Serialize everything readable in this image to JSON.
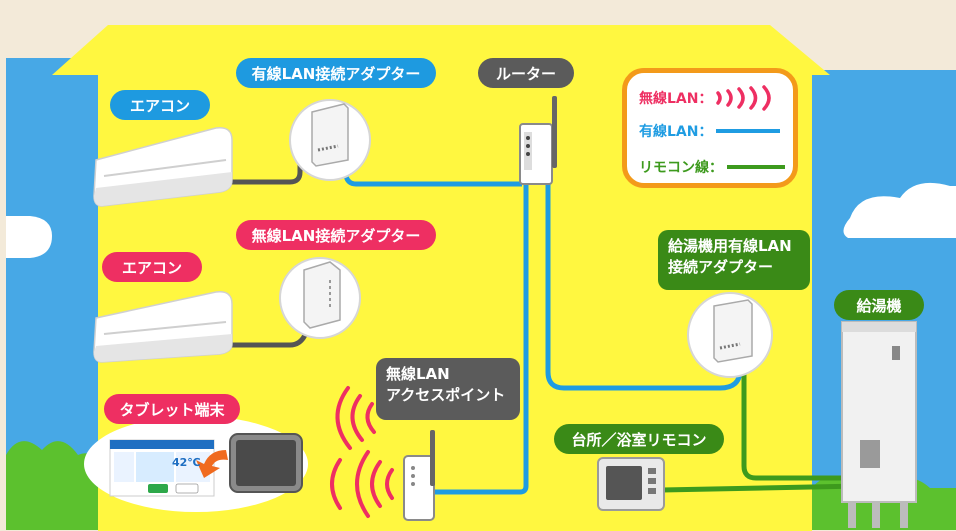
{
  "labels": {
    "aircon_top": "エアコン",
    "aircon_bottom": "エアコン",
    "wired_adapter": "有線LAN接続アダプター",
    "wireless_adapter": "無線LAN接続アダプター",
    "router": "ルーター",
    "tablet": "タブレット端末",
    "access_point_line1": "無線LAN",
    "access_point_line2": "アクセスポイント",
    "water_heater_adapter_line1": "給湯機用有線LAN",
    "water_heater_adapter_line2": "接続アダプター",
    "water_heater": "給湯機",
    "remote": "台所／浴室リモコン"
  },
  "legend": {
    "wireless": "無線LAN：",
    "wired": "有線LAN：",
    "remote_line": "リモコン線："
  },
  "tablet_screen": {
    "temp": "42℃"
  },
  "colors": {
    "house": "#fff740",
    "sky": "#47a8e6",
    "wired": "#1f9ce2",
    "remote_line": "#3d9a1d",
    "wireless": "#ee2f62",
    "legend_border": "#f39a1a"
  }
}
